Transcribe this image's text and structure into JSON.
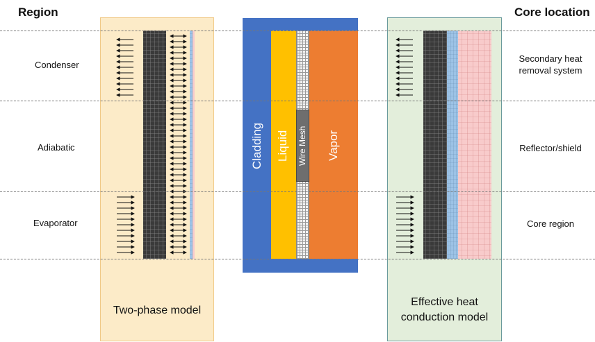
{
  "headers": {
    "left": "Region",
    "right": "Core location"
  },
  "regions": [
    "Condenser",
    "Adiabatic",
    "Evaporator"
  ],
  "core_locations": [
    [
      "Secondary heat",
      "removal system"
    ],
    [
      "Reflector/shield"
    ],
    [
      "Core region"
    ]
  ],
  "models": {
    "left": [
      "Two-phase model"
    ],
    "right": [
      "Effective heat",
      "conduction model"
    ]
  },
  "layers": {
    "cladding": "Cladding",
    "liquid": "Liquid",
    "wire_mesh": "Wire Mesh",
    "vapor": "Vapor"
  },
  "colors": {
    "left_panel": "#fcebc8",
    "right_panel": "#e3eedb",
    "cladding": "#4472c4",
    "liquid": "#ffc000",
    "vapor": "#ed7d31",
    "wire_mesh": "#f2f2f2",
    "dark_mesh": "#3a3a3a",
    "blue_strip": "#9dc3e6",
    "pink_strip": "#f8cbcb"
  }
}
